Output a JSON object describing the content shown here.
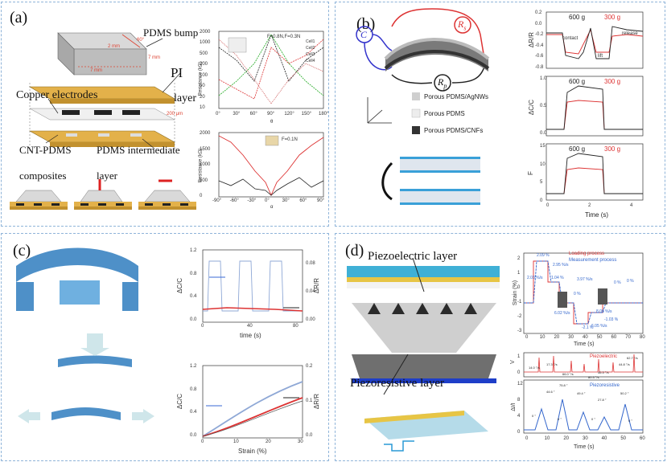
{
  "panel_a": {
    "label": "(a)",
    "texts": {
      "bump": "PDMS bump",
      "pi": "PI",
      "layer": "layer",
      "copper": "Copper electrodes",
      "cnt": "CNT-PDMS",
      "composites": "composites",
      "intermediate": "PDMS intermediate",
      "layer2": "layer",
      "dim1": "2 mm",
      "dim2": "7 mm",
      "dim3": "7 mm",
      "dim4": "200 μm",
      "angle": "60°"
    },
    "chart_top": {
      "ylabel": "Resistance (kΩ)",
      "xlabel": "θ",
      "legend": [
        "Cell1",
        "Cell2",
        "Cell3",
        "Cell4"
      ],
      "annot": "F=0.8N,F=0.3N",
      "yticks": [
        "2000",
        "1000",
        "500",
        "200",
        "100",
        "50",
        "20",
        "10"
      ],
      "xticks": [
        "0°",
        "30°",
        "60°",
        "90°",
        "120°",
        "150°",
        "180°"
      ]
    },
    "chart_bottom": {
      "ylabel": "Resistance (kΩ)",
      "xlabel": "α",
      "annot": "F=0.1N",
      "yticks": [
        "2000",
        "1500",
        "1000",
        "500",
        "0"
      ],
      "xticks": [
        "-90°",
        "-60°",
        "-30°",
        "0°",
        "30°",
        "60°",
        "90°"
      ]
    }
  },
  "panel_b": {
    "label": "(b)",
    "texts": {
      "rs": "R",
      "rs_sub": "s",
      "rp": "R",
      "rp_sub": "p",
      "c": "C",
      "m1": "Porous PDMS/AgNWs",
      "m2": "Porous PDMS",
      "m3": "Porous PDMS/CNFs"
    },
    "chart_top": {
      "ylabel": "ΔR/R",
      "legend": [
        "600 g",
        "300 g"
      ],
      "annots": [
        "contact",
        "release",
        "lift"
      ],
      "yticks": [
        "0.2",
        "0.0",
        "-0.2",
        "-0.4",
        "-0.6",
        "-0.8"
      ]
    },
    "chart_mid": {
      "ylabel": "ΔC/C",
      "legend": [
        "600 g",
        "300 g"
      ],
      "yticks": [
        "1.0",
        "0.5",
        "0.0"
      ]
    },
    "chart_bot": {
      "ylabel": "F",
      "legend": [
        "600 g",
        "300 g"
      ],
      "yticks": [
        "15",
        "10",
        "5",
        "0"
      ],
      "xticks": [
        "0",
        "2",
        "4"
      ],
      "xlabel": "Time (s)"
    }
  },
  "panel_c": {
    "label": "(c)",
    "chart_top": {
      "ylabel_left": "ΔC/C",
      "ylabel_right": "ΔR/R",
      "xlabel": "time (s)",
      "yticks_left": [
        "1.2",
        "0.8",
        "0.4",
        "0.0"
      ],
      "yticks_right": [
        "0.08",
        "0.04",
        "0.00"
      ],
      "xticks": [
        "0",
        "40",
        "80"
      ]
    },
    "chart_bottom": {
      "ylabel_left": "ΔC/C",
      "ylabel_right": "ΔR/R",
      "xlabel": "Strain (%)",
      "yticks_left": [
        "1.2",
        "0.8",
        "0.4",
        "0.0"
      ],
      "yticks_right": [
        "0.2",
        "0.1",
        "0.0"
      ],
      "xticks": [
        "0",
        "10",
        "20",
        "30"
      ]
    }
  },
  "panel_d": {
    "label": "(d)",
    "texts": {
      "piezoelectric": "Piezoelectric layer",
      "piezoresistive": "Piezoresistive layer"
    },
    "chart_top": {
      "ylabel": "Strain (%)",
      "xlabel": "Time (s)",
      "legend": [
        "Loading process",
        "Measurement process"
      ],
      "annots": [
        "2.09 %",
        "2.03 %/s",
        "1.04 %",
        "2.95 %/s",
        "3.97 %/s",
        "0 %",
        "6.02 %/s",
        "0 %",
        "8.05 %/s",
        "-1.03 %",
        "6.05 %/s",
        "-2.1 %",
        "0 %"
      ],
      "yticks": [
        "2",
        "1",
        "0",
        "-1",
        "-2",
        "-3"
      ],
      "xticks": [
        "0",
        "10",
        "20",
        "30",
        "40",
        "50",
        "60",
        "70",
        "80"
      ]
    },
    "chart_bottom": {
      "ylabel_top": "V",
      "ylabel_bot": "ΔI/I",
      "series_a": "Piezoelectric",
      "series_b": "Piezoresistive",
      "annots_top": [
        "14.0 °/s",
        "17.3 °/s",
        "66.0 °/s",
        "46.3 °/s",
        "44.8 °/s",
        "80.3 °/s",
        "62.7 °/s"
      ],
      "annots_bot": [
        "44.6 °",
        "75.8 °",
        "49.4 °",
        "27.8 °",
        "50.2 °",
        "0 °",
        "0 °",
        "0 °",
        "0 °"
      ],
      "yticks_top": [
        "1",
        "0"
      ],
      "yticks_bot": [
        "12",
        "8",
        "4",
        "0"
      ],
      "xticks": [
        "0",
        "10",
        "20",
        "30",
        "40",
        "50",
        "60"
      ],
      "xlabel": "Time (s)"
    }
  }
}
